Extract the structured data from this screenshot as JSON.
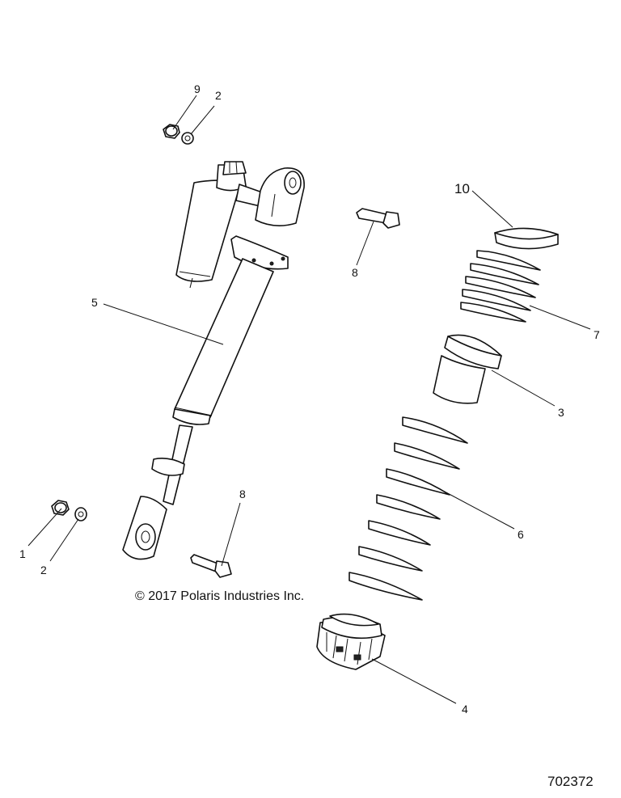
{
  "callouts": {
    "c1": "1",
    "c2_top": "2",
    "c2_bottom": "2",
    "c3": "3",
    "c4": "4",
    "c5": "5",
    "c6": "6",
    "c7": "7",
    "c8_top": "8",
    "c8_bottom": "8",
    "c9": "9",
    "c10": "10"
  },
  "copyright": "© 2017 Polaris Industries Inc.",
  "document_number": "702372"
}
